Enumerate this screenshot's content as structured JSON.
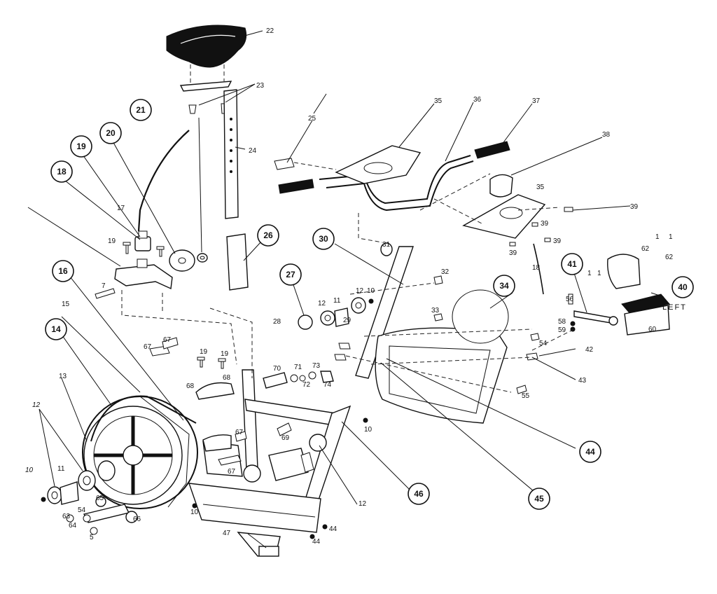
{
  "diagram": {
    "left_side_label": "LEFT",
    "plain_labels": {
      "p1a": "1",
      "p1b": "1",
      "p1c": "1",
      "p1d": "1",
      "p5": "5",
      "p7": "7",
      "p10a": "10",
      "p10b": "10",
      "p10c": "10",
      "p10d": "10",
      "p11a": "11",
      "p11b": "11",
      "p12a": "12",
      "p12b": "12",
      "p12c": "12",
      "p12d": "12",
      "p13": "13",
      "p15": "15",
      "p17": "17",
      "p18b": "18",
      "p19a": "19",
      "p19b": "19",
      "p19c": "19",
      "p22": "22",
      "p23": "23",
      "p24": "24",
      "p25": "25",
      "p28": "28",
      "p29": "29",
      "p31": "31",
      "p32": "32",
      "p33": "33",
      "p35a": "35",
      "p35b": "35",
      "p36": "36",
      "p37": "37",
      "p38": "38",
      "p39a": "39",
      "p39b": "39",
      "p39c": "39",
      "p39d": "39",
      "p42": "42",
      "p43": "43",
      "p44a": "44",
      "p44b": "44",
      "p47": "47",
      "p54a": "54",
      "p54b": "54",
      "p55": "55",
      "p56": "56",
      "p58": "58",
      "p59": "59",
      "p60": "60",
      "p62a": "62",
      "p62b": "62",
      "p63": "63",
      "p64": "64",
      "p65": "65",
      "p66": "66",
      "p67a": "67",
      "p67b": "67",
      "p67c": "67",
      "p67d": "67",
      "p68a": "68",
      "p68b": "68",
      "p69": "69",
      "p70": "70",
      "p71": "71",
      "p72": "72",
      "p73": "73",
      "p74": "74"
    },
    "circled_labels": {
      "c14": "14",
      "c16": "16",
      "c18": "18",
      "c19": "19",
      "c20": "20",
      "c21": "21",
      "c26": "26",
      "c27": "27",
      "c30": "30",
      "c34": "34",
      "c40": "40",
      "c41": "41",
      "c44": "44",
      "c45": "45",
      "c46": "46"
    }
  }
}
